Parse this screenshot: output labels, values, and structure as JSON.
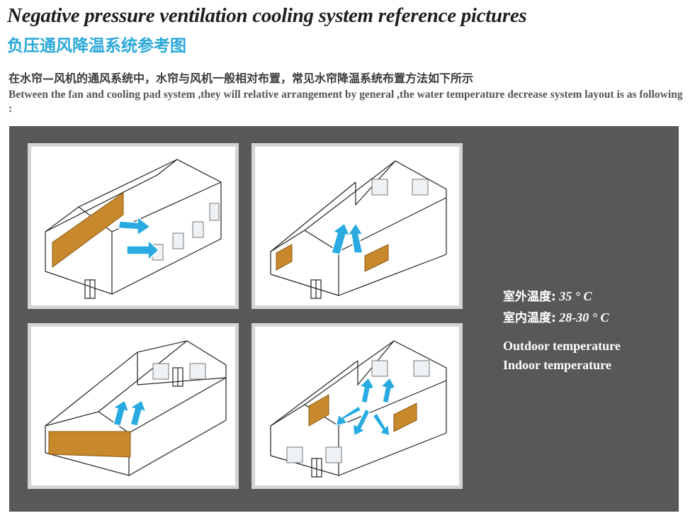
{
  "title_en": "Negative pressure ventilation cooling system reference pictures",
  "title_cn": "负压通风降温系统参考图",
  "intro_cn": "在水帘—风机的通风系统中，水帘与风机一般相对布置，常见水帘降温系统布置方法如下所示",
  "intro_en": "Between the fan and cooling pad system ,they will relative arrangement by general ,the water temperature decrease system layout is as following :",
  "legend": {
    "outdoor_cn": "室外温度:",
    "outdoor_value": "35 ° C",
    "indoor_cn": "室内温度:",
    "indoor_value": "28-30 ° C",
    "outdoor_en": "Outdoor temperature",
    "indoor_en": "Indoor temperature"
  },
  "colors": {
    "arrow": "#29abe2",
    "pad": "#c8892c",
    "panel": "#58585a",
    "title_cn": "#29a8d8"
  },
  "diagrams": [
    {
      "id": 1,
      "pads": "left side wall",
      "fans": "right side wall",
      "airflow": "cross"
    },
    {
      "id": 2,
      "pads": "both side walls",
      "fans": "far end wall",
      "airflow": "from sides to end"
    },
    {
      "id": 3,
      "pads": "near end wall",
      "fans": "far end wall",
      "airflow": "tunnel"
    },
    {
      "id": 4,
      "pads": "both side walls",
      "fans": "both end walls",
      "airflow": "from sides to ends"
    }
  ]
}
